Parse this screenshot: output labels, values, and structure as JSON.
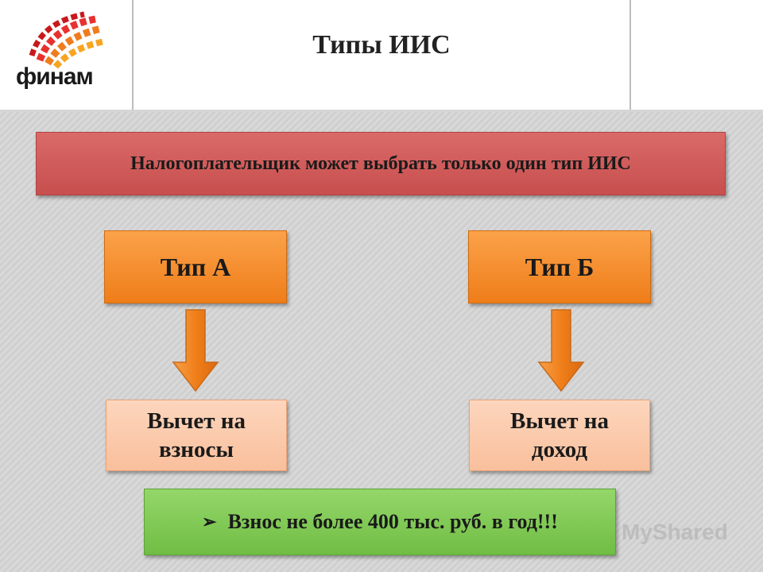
{
  "header": {
    "logo_text": "финам",
    "title": "Типы ИИС"
  },
  "diagram": {
    "banner": "Налогоплательщик может выбрать только один тип ИИС",
    "type_a": "Тип А",
    "type_b": "Тип Б",
    "deduction_a_line1": "Вычет на",
    "deduction_a_line2": "взносы",
    "deduction_b_line1": "Вычет на",
    "deduction_b_line2": "доход",
    "note_bullet": "➢",
    "note": "Взнос не более 400 тыс. руб. в год!!!"
  },
  "watermark": "MyShared",
  "colors": {
    "banner": "#c74f4e",
    "type_box": "#ef7d19",
    "deduction_box": "#f9bf9c",
    "note_box": "#70bd44",
    "arrow": "#f07f1a"
  }
}
